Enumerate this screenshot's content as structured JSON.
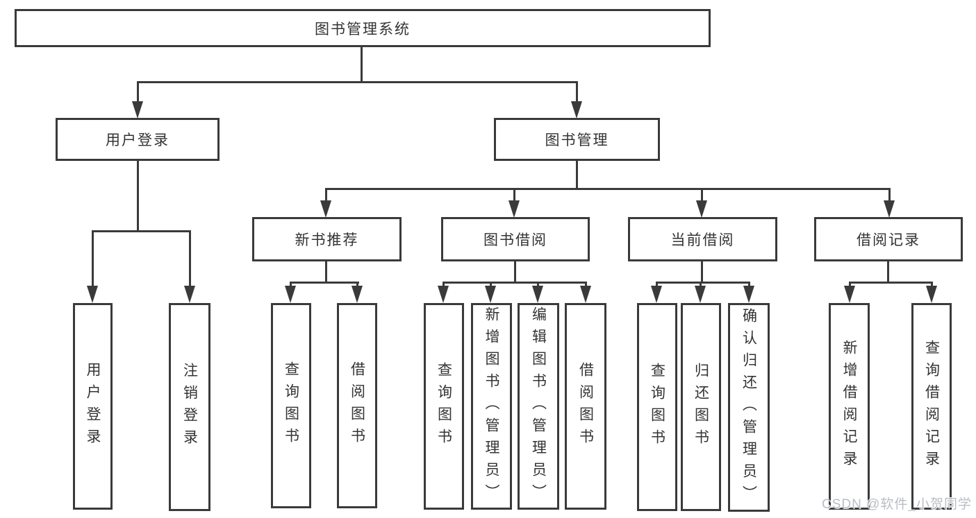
{
  "diagram": {
    "title": "图书管理系统",
    "type": "hierarchy-org-chart",
    "colors": {
      "line": "#3a3a3a",
      "box_border": "#3a3a3a",
      "text": "#333333",
      "background": "#ffffff",
      "watermark_text": "#b4b8bf"
    }
  },
  "root": {
    "label": "图书管理系统"
  },
  "l2": {
    "user_login": "用户登录",
    "book_mgmt": "图书管理"
  },
  "l3": {
    "new_books": "新书推荐",
    "book_borrow": "图书借阅",
    "current_borrow": "当前借阅",
    "borrow_records": "借阅记录"
  },
  "leaves": {
    "user_login": "用户登录",
    "logout": "注销登录",
    "nb_query": "查询图书",
    "nb_borrow": "借阅图书",
    "bb_query": "查询图书",
    "bb_add_admin": "新增图书（管理员）",
    "bb_edit_admin": "编辑图书（管理员）",
    "bb_borrow": "借阅图书",
    "cb_query": "查询图书",
    "cb_return": "归还图书",
    "cb_confirm_admin": "确认归还（管理员）",
    "br_add_record": "新增借阅记录",
    "br_query_record": "查询借阅记录"
  },
  "watermark": "CSDN @软件_小贺同学"
}
